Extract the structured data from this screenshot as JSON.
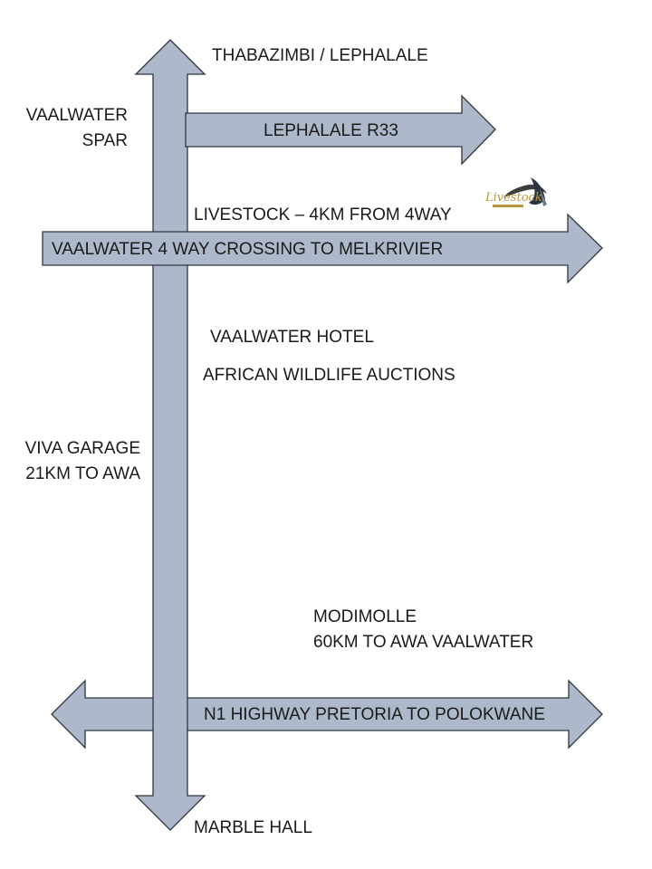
{
  "colors": {
    "arrow_fill": "#adb9ca",
    "arrow_stroke": "#2f3640",
    "text": "#1a1a1a"
  },
  "labels": {
    "north_destination": "THABAZIMBI / LEPHALALE",
    "vaalwater_spar_1": "VAALWATER",
    "vaalwater_spar_2": "SPAR",
    "lephalale_road": "LEPHALALE R33",
    "livestock": "LIVESTOCK – 4KM FROM 4WAY",
    "crossing_road": "VAALWATER 4 WAY CROSSING TO MELKRIVIER",
    "vaalwater_hotel": "VAALWATER HOTEL",
    "african_wildlife_auctions": "AFRICAN WILDLIFE AUCTIONS",
    "viva_garage_1": "VIVA GARAGE",
    "viva_garage_2": "21KM TO AWA",
    "modimolle_1": "MODIMOLLE",
    "modimolle_2": "60KM TO AWA VAALWATER",
    "n1_highway": "N1 HIGHWAY PRETORIA TO POLOKWANE",
    "south_destination": "MARBLE HALL"
  },
  "logo": {
    "name": "livestock-logo",
    "text": "Livestock"
  }
}
